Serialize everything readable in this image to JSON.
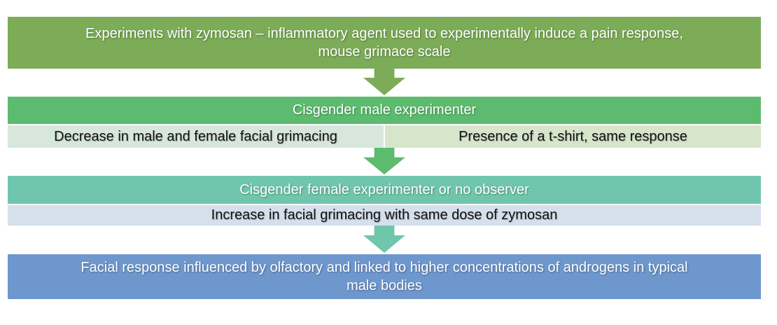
{
  "flowchart": {
    "top_box": {
      "line1": "Experiments with zymosan – inflammatory agent used to experimentally induce a pain response,",
      "line2": "mouse grimace scale"
    },
    "section_male": {
      "header": "Cisgender male experimenter",
      "cells": [
        {
          "label": "Decrease in male and female facial grimacing"
        },
        {
          "label": "Presence of a t-shirt, same response"
        }
      ]
    },
    "section_female": {
      "header": "Cisgender female experimenter or no observer",
      "cells": [
        {
          "label": "Increase in facial grimacing with same dose of zymosan"
        }
      ]
    },
    "bottom_box": {
      "line1": "Facial response influenced by olfactory and linked to higher concentrations of androgens in typical",
      "line2": "male bodies"
    },
    "colors": {
      "top_box_green": "#7cac57",
      "male_header_green": "#5cbb6e",
      "male_cell_left": "#d7e7dc",
      "male_cell_right": "#d7e5cb",
      "female_header_teal": "#70c6ad",
      "female_cell_blue": "#d5e0ec",
      "bottom_box_blue": "#6e97ce",
      "header_text": "#ffffff",
      "cell_text": "#121212"
    }
  }
}
